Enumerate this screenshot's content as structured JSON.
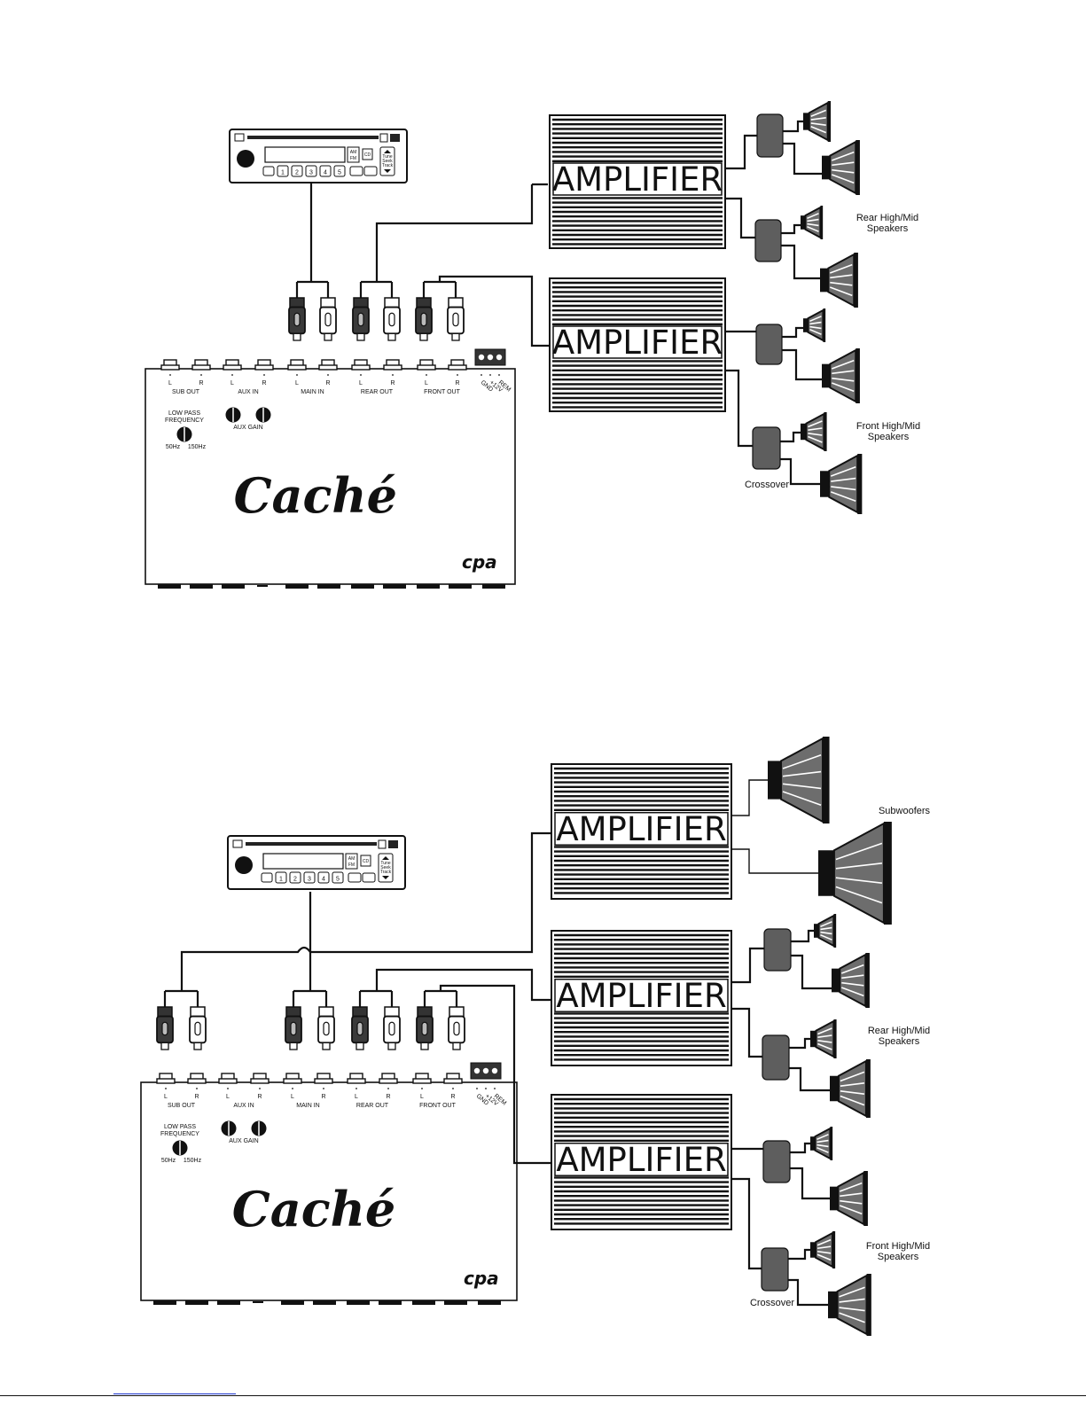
{
  "colors": {
    "ink": "#111111",
    "crossover_fill": "#5e5e5e",
    "speaker_fill": "#6d6d6d",
    "background": "#ffffff",
    "footer_link": "#1a33cc"
  },
  "amplifier_label": "AMPLIFIER",
  "processor": {
    "brand": "Caché",
    "model_mark": "cpa",
    "port_labels": [
      "SUB OUT",
      "AUX IN",
      "MAIN IN",
      "REAR OUT",
      "FRONT OUT"
    ],
    "lr": [
      "L",
      "R"
    ],
    "power_terminals": [
      "GND",
      "+12V",
      "REM"
    ],
    "low_pass": [
      "LOW PASS",
      "FREQUENCY"
    ],
    "freq_min": "50Hz",
    "freq_max": "150Hz",
    "aux_gain": "AUX GAIN"
  },
  "head_unit": {
    "buttons": [
      "1",
      "2",
      "3",
      "4",
      "5"
    ],
    "am_fm": [
      "AM",
      "FM"
    ],
    "cd": "CD",
    "tune": [
      "Tune",
      "Seek",
      "Track"
    ]
  },
  "diagram1": {
    "rear_speakers": "Rear High/Mid\nSpeakers",
    "front_speakers": "Front High/Mid\nSpeakers",
    "crossover": "Crossover"
  },
  "diagram2": {
    "subwoofers": "Subwoofers",
    "rear_speakers": "Rear High/Mid\nSpeakers",
    "front_speakers": "Front High/Mid\nSpeakers",
    "crossover": "Crossover"
  }
}
